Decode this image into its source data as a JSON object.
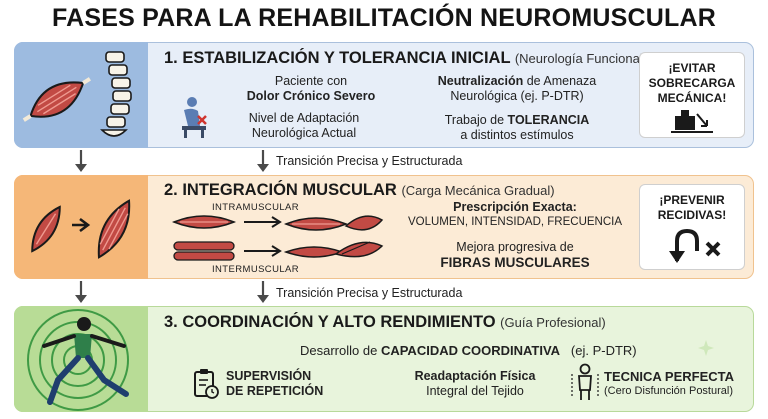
{
  "title": "FASES PARA LA REHABILITACIÓN NEUROMUSCULAR",
  "colors": {
    "phase1": "#9dbbe0",
    "phase2": "#f5b778",
    "phase3": "#b8dc96",
    "muscle": "#c24a44",
    "arrow": "#4a4a4a"
  },
  "phase1": {
    "title": "1. ESTABILIZACIÓN Y TOLERANCIA INICIAL",
    "subtitle": "(Neurología Funcional)",
    "patient_line1": "Paciente con",
    "patient_line2": "Dolor Crónico Severo",
    "level_line1": "Nivel de Adaptación",
    "level_line2": "Neurológica Actual",
    "neutral_bold": "Neutralización",
    "neutral_rest": "de Amenaza",
    "neutral_line2": "Neurológica (ej. P-DTR)",
    "work_line1_a": "Trabajo de",
    "work_line1_b": "TOLERANCIA",
    "work_line2": "a distintos estímulos",
    "warning": [
      "¡EVITAR",
      "SOBRECARGA",
      "MECÁNICA!"
    ],
    "icons": [
      "muscle-icon",
      "spine-icon",
      "sitting-patient-icon",
      "overload-icon"
    ]
  },
  "transition1": "Transición Precisa y Estructurada",
  "phase2": {
    "title": "2. INTEGRACIÓN MUSCULAR",
    "subtitle": "(Carga Mecánica Gradual)",
    "intra_label": "INTRAMUSCULAR",
    "inter_label": "INTERMUSCULAR",
    "prescription_title": "Prescripción Exacta:",
    "prescription_items": "VOLUMEN, INTENSIDAD, FRECUENCIA",
    "improve_line1": "Mejora progresiva de",
    "improve_line2": "FIBRAS MUSCULARES",
    "warning": [
      "¡PREVENIR",
      "RECIDIVAS!"
    ],
    "icons": [
      "muscle-progression-icon",
      "u-turn-no-icon"
    ]
  },
  "transition2": "Transición Precisa y Estructurada",
  "phase3": {
    "title": "3. COORDINACIÓN Y ALTO RENDIMIENTO",
    "subtitle": "(Guía Profesional)",
    "dev_a": "Desarrollo de",
    "dev_b": "CAPACIDAD COORDINATIVA",
    "dev_c": "(ej. P-DTR)",
    "sup_line1": "SUPERVISIÓN",
    "sup_line2": "DE REPETICIÓN",
    "readapt_line1": "Readaptación Física",
    "readapt_line2": "Integral del Tejido",
    "tech_line1": "TECNICA PERFECTA",
    "tech_line2": "(Cero Disfunción Postural)",
    "icons": [
      "athlete-lunge-icon",
      "clipboard-clock-icon",
      "posture-person-icon"
    ]
  }
}
